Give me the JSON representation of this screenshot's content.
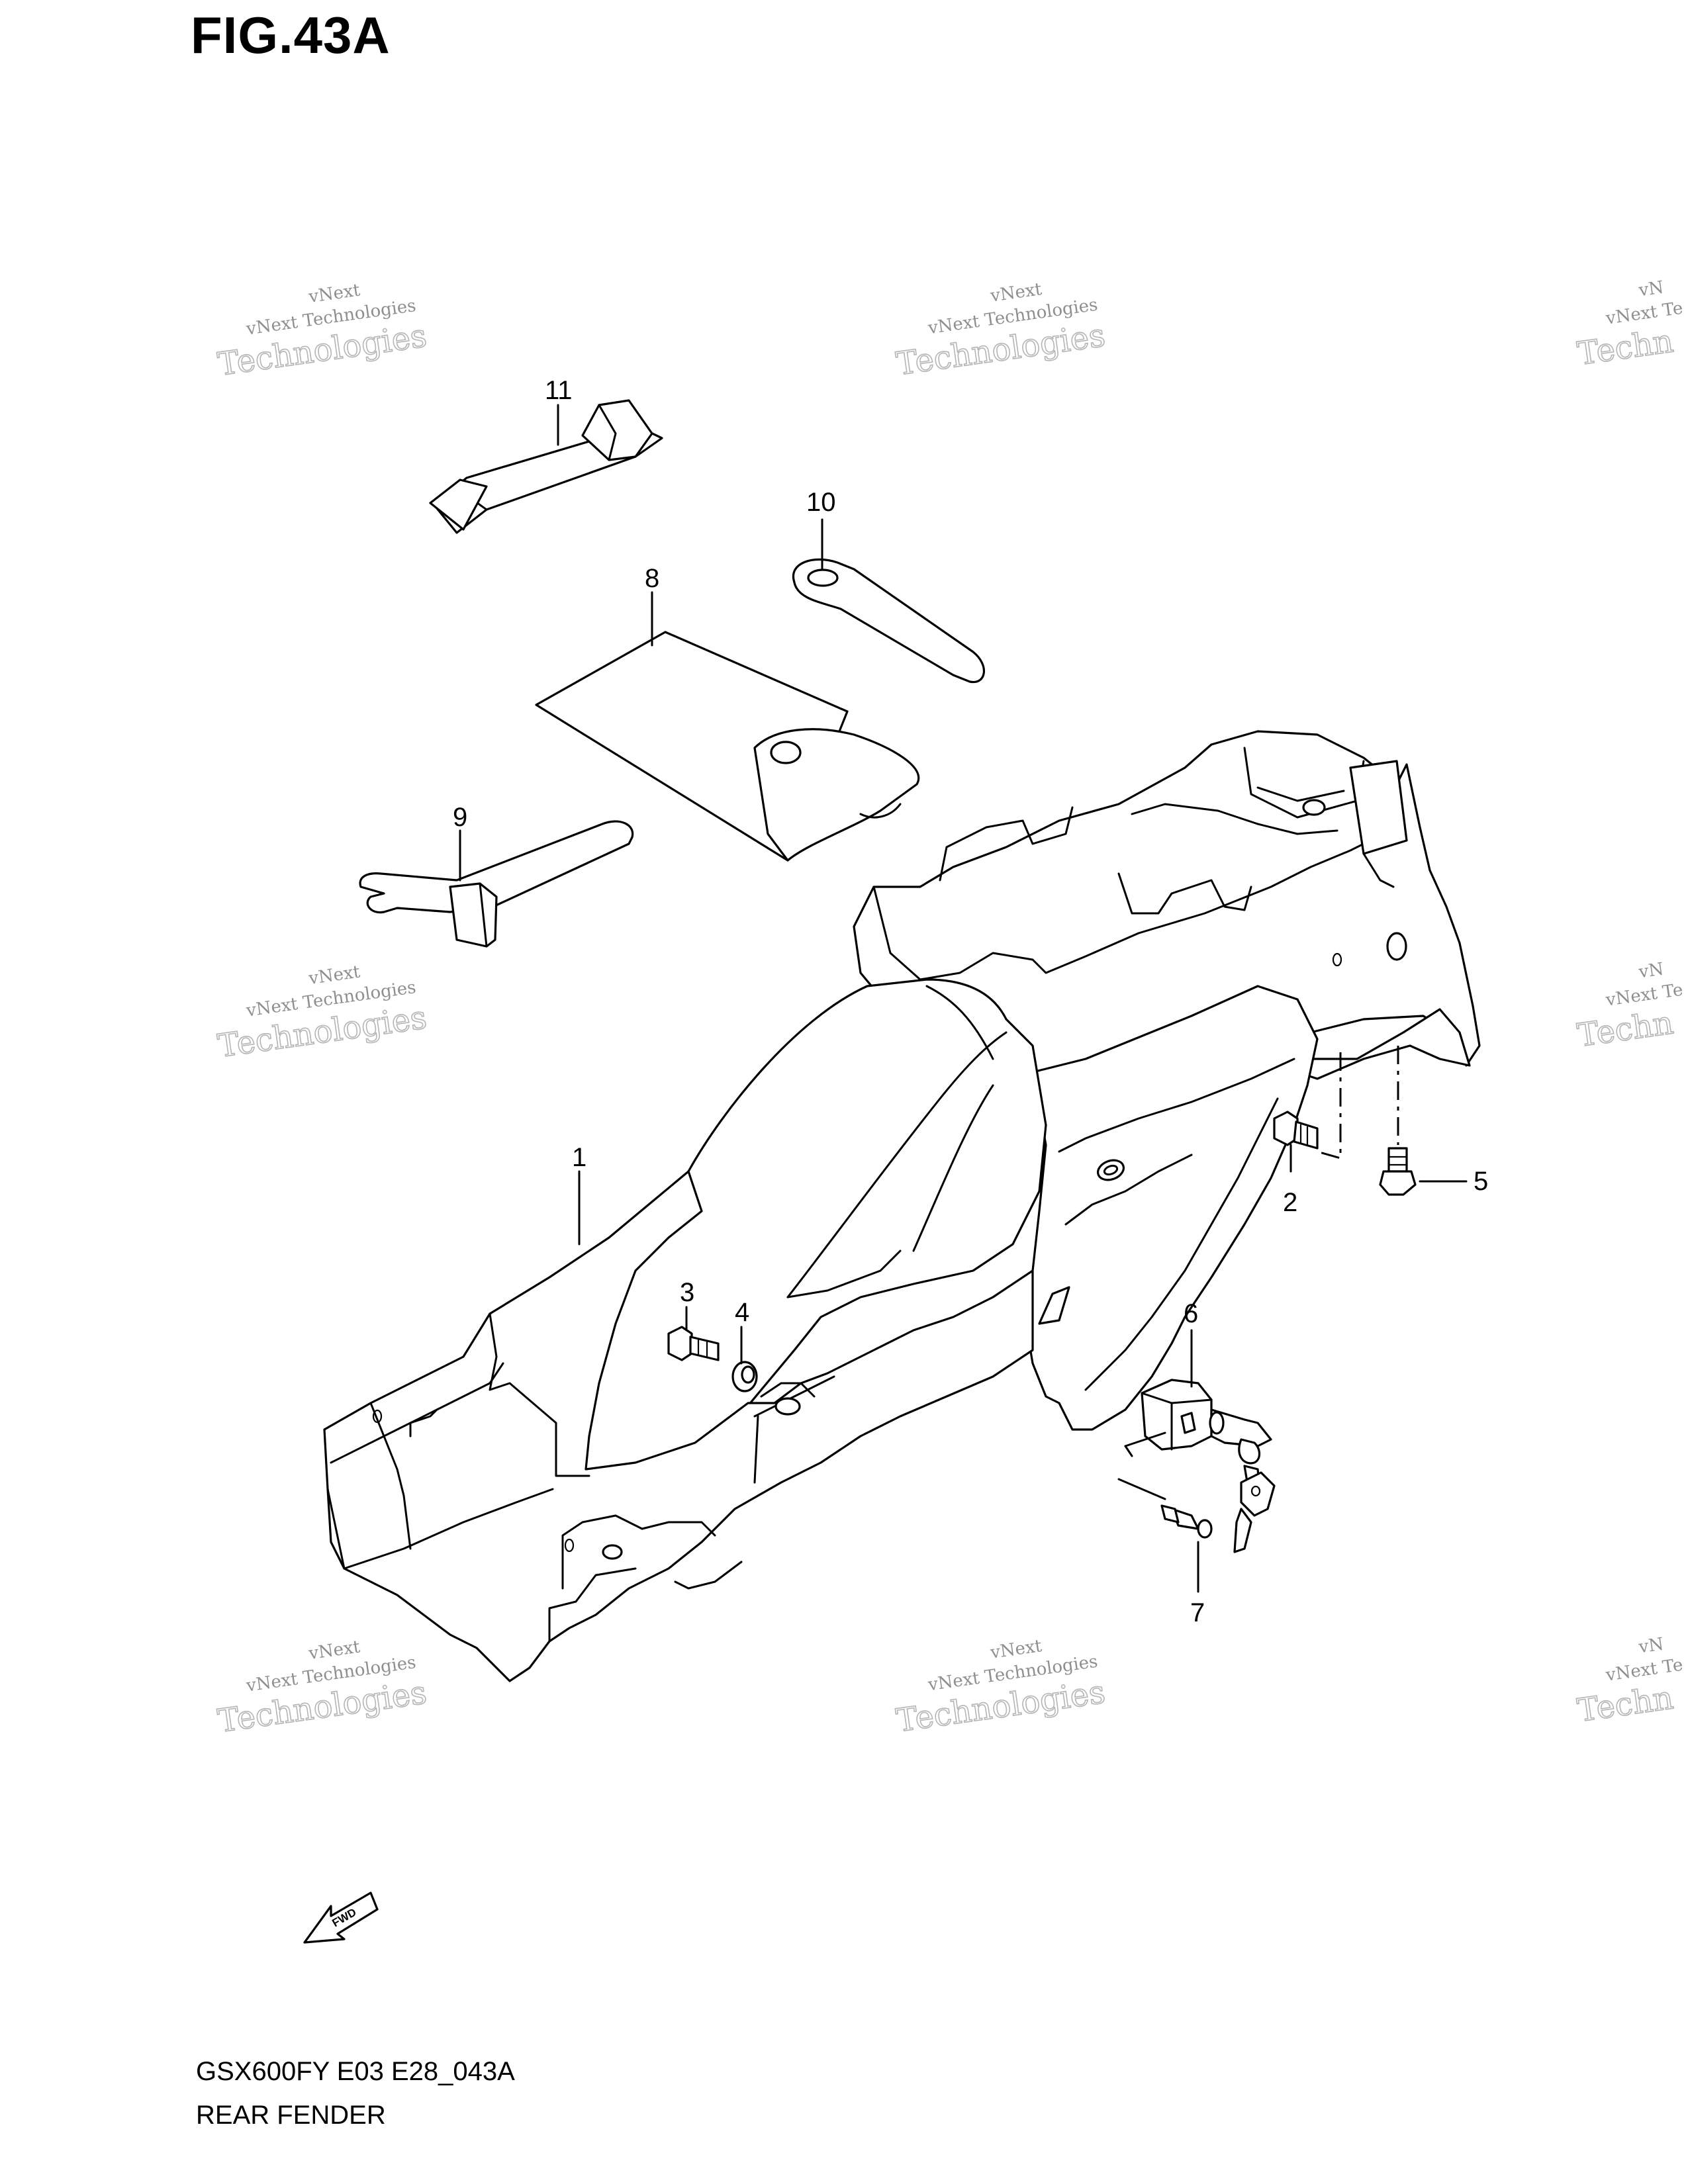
{
  "figure": {
    "title": "FIG.43A",
    "code": "GSX600FY E03 E28_043A",
    "name": "REAR FENDER"
  },
  "callouts": [
    "1",
    "2",
    "3",
    "4",
    "5",
    "6",
    "7",
    "8",
    "9",
    "10",
    "11"
  ],
  "fwd_label": "FWD",
  "watermark": {
    "line1": "vNext",
    "line2": "vNext Technologies",
    "line3": "Technologies",
    "cut1": "vN",
    "cut2": "vNext Te",
    "cut3": "Techn"
  },
  "colors": {
    "ink": "#000000",
    "watermark": "#9a9a9a",
    "background": "#ffffff"
  }
}
